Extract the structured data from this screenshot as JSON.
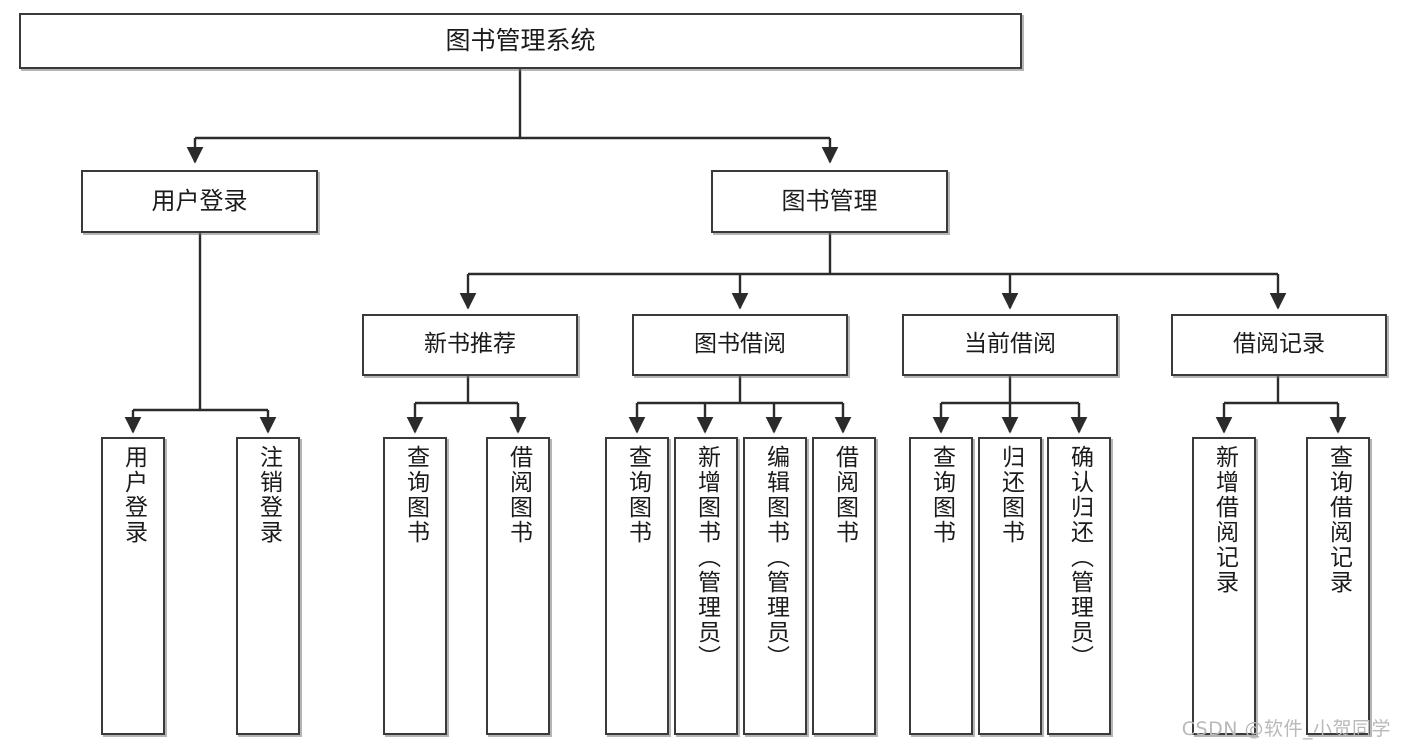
{
  "diagram": {
    "title": "图书管理系统",
    "type": "tree-hierarchy",
    "orientation": "top-down",
    "node_fill": "#ffffff",
    "node_stroke": "#3a3a3a",
    "edge_color": "#2b2b2b",
    "levels": 4
  },
  "root": {
    "label": "图书管理系统"
  },
  "level2": [
    {
      "label": "用户登录"
    },
    {
      "label": "图书管理"
    }
  ],
  "level3": [
    {
      "label": "新书推荐"
    },
    {
      "label": "图书借阅"
    },
    {
      "label": "当前借阅"
    },
    {
      "label": "借阅记录"
    }
  ],
  "leaves": {
    "user_login": [
      {
        "label": "用户登录"
      },
      {
        "label": "注销登录"
      }
    ],
    "new_book": [
      {
        "label": "查询图书"
      },
      {
        "label": "借阅图书"
      }
    ],
    "book_borrow": [
      {
        "label": "查询图书"
      },
      {
        "label": "新增图书（管理员）"
      },
      {
        "label": "编辑图书（管理员）"
      },
      {
        "label": "借阅图书"
      }
    ],
    "current_borrow": [
      {
        "label": "查询图书"
      },
      {
        "label": "归还图书"
      },
      {
        "label": "确认归还（管理员）"
      }
    ],
    "borrow_record": [
      {
        "label": "新增借阅记录"
      },
      {
        "label": "查询借阅记录"
      }
    ]
  },
  "watermark": {
    "text": "CSDN @软件_小贺同学"
  }
}
